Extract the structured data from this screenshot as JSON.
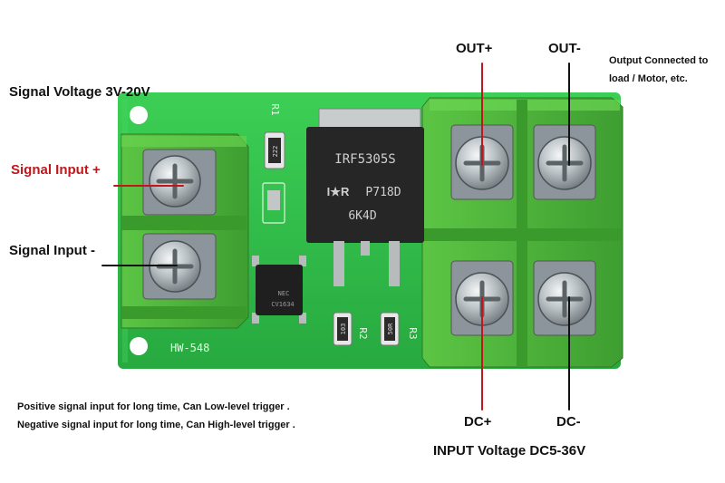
{
  "labels": {
    "signal_voltage": "Signal Voltage 3V-20V",
    "signal_input_plus": "Signal Input +",
    "signal_input_minus": "Signal Input -",
    "out_plus": "OUT+",
    "out_minus": "OUT-",
    "output_note_line1": "Output Connected to",
    "output_note_line2": "load / Motor, etc.",
    "dc_plus": "DC+",
    "dc_minus": "DC-",
    "input_voltage": "INPUT Voltage DC5-36V",
    "note_line1": "Positive signal input for long time, Can Low-level trigger .",
    "note_line2": "Negative signal input for long time, Can High-level trigger ."
  },
  "board": {
    "mosfet_line1": "IRF5305S",
    "mosfet_line2": "P718D",
    "mosfet_line3": "6K4D",
    "mosfet_logo": "I★R",
    "board_model": "HW-548",
    "r1_label": "R1",
    "r2_label": "R2",
    "r3_label": "R3",
    "r1_code": "222",
    "r2_code": "103",
    "r3_code": "50R",
    "opto_line1": "NEC",
    "opto_line2": "CV1634"
  },
  "colors": {
    "pcb": "#2fbf4a",
    "terminal": "#4fb63c",
    "accent_red": "#c0161c",
    "text": "#111111"
  }
}
